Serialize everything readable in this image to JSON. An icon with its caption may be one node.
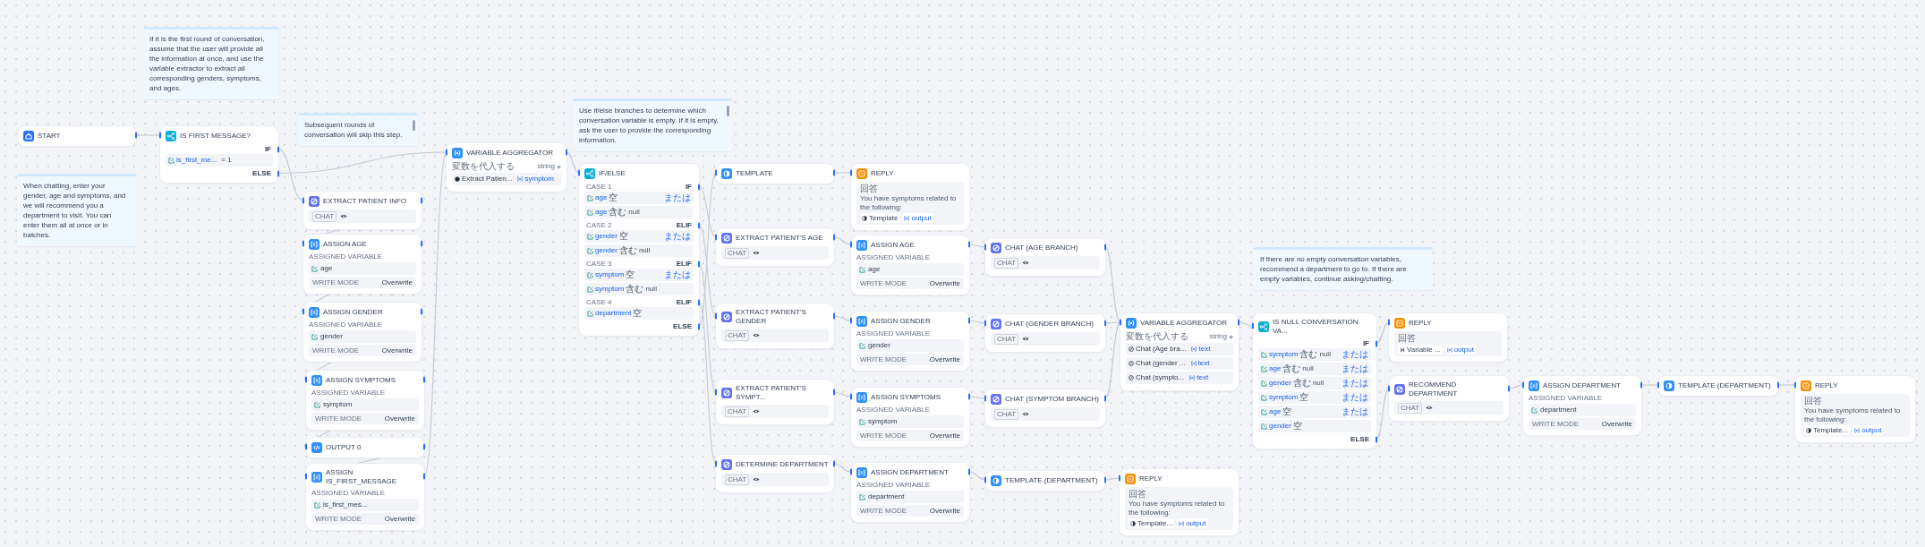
{
  "diagram": {
    "nodes": [
      {
        "text": [
          "If it is the first round of conversation, assume that the user will provide all the information at once, and use the variable extractor to extract all corresponding genders, symptoms, and ages."
        ]
      },
      {
        "text": [
          "START"
        ]
      },
      {
        "text": [
          "IS FIRST MESSAGE?",
          "IF",
          "is_first_me...",
          "= 1",
          "ELSE"
        ]
      },
      {
        "text": [
          "Subsequent rounds of conversation will skip this step."
        ]
      },
      {
        "text": [
          "When chatting, enter your gender, age and symptoms, and we will recommend you a department to visit. You can enter them all at once or in batches."
        ]
      },
      {
        "text": [
          "EXTRACT PATIENT INFO",
          "CHAT"
        ]
      },
      {
        "text": [
          "ASSIGN AGE",
          "ASSIGNED VARIABLE",
          "age",
          "WRITE MODE",
          "Overwrite"
        ]
      },
      {
        "text": [
          "ASSIGN GENDER",
          "ASSIGNED VARIABLE",
          "gender",
          "WRITE MODE",
          "Overwrite"
        ]
      },
      {
        "text": [
          "ASSIGN SYMPTOMS",
          "ASSIGNED VARIABLE",
          "symptom",
          "WRITE MODE",
          "Overwrite"
        ]
      },
      {
        "text": [
          "OUTPUT 0"
        ]
      },
      {
        "text": [
          "ASSIGN IS_FIRST_MESSAGE",
          "ASSIGNED VARIABLE",
          "is_first_mes...",
          "WRITE MODE",
          "Overwrite"
        ]
      },
      {
        "text": [
          "VARIABLE AGGREGATOR",
          "変数を代入する",
          "string",
          "Extract Patien...",
          "symptom"
        ]
      },
      {
        "text": [
          "Use if/else branches to determine which conversation variable is empty. If it is empty, ask the user to provide the corresponding information."
        ]
      },
      {
        "text": [
          "IF/ELSE",
          "CASE 1",
          "IF",
          "age",
          "空",
          "または",
          "age",
          "含む",
          "null",
          "CASE 2",
          "ELIF",
          "gender",
          "空",
          "または",
          "gender",
          "含む",
          "null",
          "CASE 3",
          "ELIF",
          "symptom",
          "空",
          "または",
          "symptom",
          "含む",
          "null",
          "CASE 4",
          "ELIF",
          "department",
          "空",
          "ELSE"
        ]
      },
      {
        "text": [
          "TEMPLATE"
        ]
      },
      {
        "text": [
          "EXTRACT PATIENT'S AGE",
          "CHAT"
        ]
      },
      {
        "text": [
          "EXTRACT PATIENT'S GENDER",
          "CHAT"
        ]
      },
      {
        "text": [
          "EXTRACT PATIENT'S SYMPT...",
          "CHAT"
        ]
      },
      {
        "text": [
          "DETERMINE DEPARTMENT",
          "CHAT"
        ]
      },
      {
        "text": [
          "REPLY",
          "回答",
          "You have symptoms related to the following:",
          "Template",
          "output"
        ]
      },
      {
        "text": [
          "ASSIGN AGE",
          "ASSIGNED VARIABLE",
          "age",
          "WRITE MODE",
          "Overwrite"
        ]
      },
      {
        "text": [
          "ASSIGN GENDER",
          "ASSIGNED VARIABLE",
          "gender",
          "WRITE MODE",
          "Overwrite"
        ]
      },
      {
        "text": [
          "ASSIGN SYMPTOMS",
          "ASSIGNED VARIABLE",
          "symptom",
          "WRITE MODE",
          "Overwrite"
        ]
      },
      {
        "text": [
          "ASSIGN DEPARTMENT",
          "ASSIGNED VARIABLE",
          "department",
          "WRITE MODE",
          "Overwrite"
        ]
      },
      {
        "text": [
          "CHAT (AGE BRANCH)",
          "CHAT"
        ]
      },
      {
        "text": [
          "CHAT (GENDER BRANCH)",
          "CHAT"
        ]
      },
      {
        "text": [
          "CHAT (SYMPTOM BRANCH)",
          "CHAT"
        ]
      },
      {
        "text": [
          "TEMPLATE (DEPARTMENT)"
        ]
      },
      {
        "text": [
          "REPLY",
          "回答",
          "You have symptoms related to the following:",
          "Template...",
          "output"
        ]
      },
      {
        "text": [
          "If there are no empty conversation variables, recommend a department to go to. If there are empty variables, continue asking/chatting."
        ]
      },
      {
        "text": [
          "VARIABLE AGGREGATOR",
          "変数を代入する",
          "string",
          "Chat (Age bra...",
          "text",
          "Chat (gender ...",
          "text",
          "Chat (sympto...",
          "text"
        ]
      },
      {
        "text": [
          "IS NULL CONVERSATION VA...",
          "IF",
          "symptom",
          "含む",
          "null",
          "または",
          "age",
          "含む",
          "null",
          "または",
          "gender",
          "含む",
          "null",
          "または",
          "symptom",
          "空",
          "または",
          "age",
          "空",
          "または",
          "gender",
          "空",
          "ELSE"
        ]
      },
      {
        "text": [
          "REPLY",
          "回答",
          "Variable ...",
          "output"
        ]
      },
      {
        "text": [
          "RECOMMEND DEPARTMENT",
          "CHAT"
        ]
      },
      {
        "text": [
          "ASSIGN DEPARTMENT",
          "ASSIGNED VARIABLE",
          "department",
          "WRITE MODE",
          "Overwrite"
        ]
      },
      {
        "text": [
          "TEMPLATE (DEPARTMENT)"
        ]
      },
      {
        "text": [
          "REPLY",
          "回答",
          "You have symptoms related to the following:",
          "Template...",
          "output"
        ]
      }
    ],
    "edges": [
      {
        "from": 1,
        "to": 2,
        "arrow": "none"
      },
      {
        "from": 2,
        "to": 5,
        "arrow": "none"
      },
      {
        "from": 2,
        "to": 11,
        "arrow": "none"
      },
      {
        "from": 5,
        "to": 6,
        "arrow": "none"
      },
      {
        "from": 6,
        "to": 7,
        "arrow": "none"
      },
      {
        "from": 7,
        "to": 8,
        "arrow": "none"
      },
      {
        "from": 8,
        "to": 9,
        "arrow": "none"
      },
      {
        "from": 9,
        "to": 10,
        "arrow": "none"
      },
      {
        "from": 10,
        "to": 11,
        "arrow": "none"
      },
      {
        "from": 11,
        "to": 13,
        "arrow": "none"
      },
      {
        "from": 13,
        "to": 15,
        "arrow": "none"
      },
      {
        "from": 13,
        "to": 16,
        "arrow": "none"
      },
      {
        "from": 13,
        "to": 17,
        "arrow": "none"
      },
      {
        "from": 13,
        "to": 18,
        "arrow": "none"
      },
      {
        "from": 13,
        "to": 14,
        "arrow": "none"
      },
      {
        "from": 14,
        "to": 19,
        "arrow": "none"
      },
      {
        "from": 15,
        "to": 20,
        "arrow": "none"
      },
      {
        "from": 16,
        "to": 21,
        "arrow": "none"
      },
      {
        "from": 17,
        "to": 22,
        "arrow": "none"
      },
      {
        "from": 18,
        "to": 23,
        "arrow": "none"
      },
      {
        "from": 20,
        "to": 24,
        "arrow": "none"
      },
      {
        "from": 21,
        "to": 25,
        "arrow": "none"
      },
      {
        "from": 22,
        "to": 26,
        "arrow": "none"
      },
      {
        "from": 23,
        "to": 27,
        "arrow": "none"
      },
      {
        "from": 27,
        "to": 28,
        "arrow": "none"
      },
      {
        "from": 24,
        "to": 30,
        "arrow": "none"
      },
      {
        "from": 25,
        "to": 30,
        "arrow": "none"
      },
      {
        "from": 26,
        "to": 30,
        "arrow": "none"
      },
      {
        "from": 30,
        "to": 31,
        "arrow": "none"
      },
      {
        "from": 31,
        "to": 32,
        "arrow": "none"
      },
      {
        "from": 31,
        "to": 33,
        "arrow": "none"
      },
      {
        "from": 33,
        "to": 34,
        "arrow": "none"
      },
      {
        "from": 34,
        "to": 35,
        "arrow": "none"
      },
      {
        "from": 35,
        "to": 36,
        "arrow": "none"
      }
    ]
  }
}
